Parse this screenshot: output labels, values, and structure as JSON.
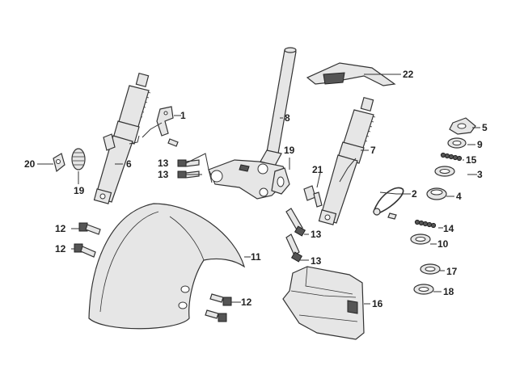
{
  "callouts": [
    {
      "id": "c1",
      "text": "1"
    },
    {
      "id": "c2",
      "text": "2"
    },
    {
      "id": "c3",
      "text": "3"
    },
    {
      "id": "c4",
      "text": "4"
    },
    {
      "id": "c5",
      "text": "5"
    },
    {
      "id": "c6",
      "text": "6"
    },
    {
      "id": "c7",
      "text": "7"
    },
    {
      "id": "c8",
      "text": "8"
    },
    {
      "id": "c9",
      "text": "9"
    },
    {
      "id": "c10",
      "text": "10"
    },
    {
      "id": "c11",
      "text": "11"
    },
    {
      "id": "c12a",
      "text": "12"
    },
    {
      "id": "c12b",
      "text": "12"
    },
    {
      "id": "c12c",
      "text": "12"
    },
    {
      "id": "c13a",
      "text": "13"
    },
    {
      "id": "c13b",
      "text": "13"
    },
    {
      "id": "c13c",
      "text": "13"
    },
    {
      "id": "c13d",
      "text": "13"
    },
    {
      "id": "c14",
      "text": "14"
    },
    {
      "id": "c15",
      "text": "15"
    },
    {
      "id": "c16",
      "text": "16"
    },
    {
      "id": "c17",
      "text": "17"
    },
    {
      "id": "c18",
      "text": "18"
    },
    {
      "id": "c19a",
      "text": "19"
    },
    {
      "id": "c19b",
      "text": "19"
    },
    {
      "id": "c20",
      "text": "20"
    },
    {
      "id": "c21",
      "text": "21"
    },
    {
      "id": "c22",
      "text": "22"
    }
  ]
}
